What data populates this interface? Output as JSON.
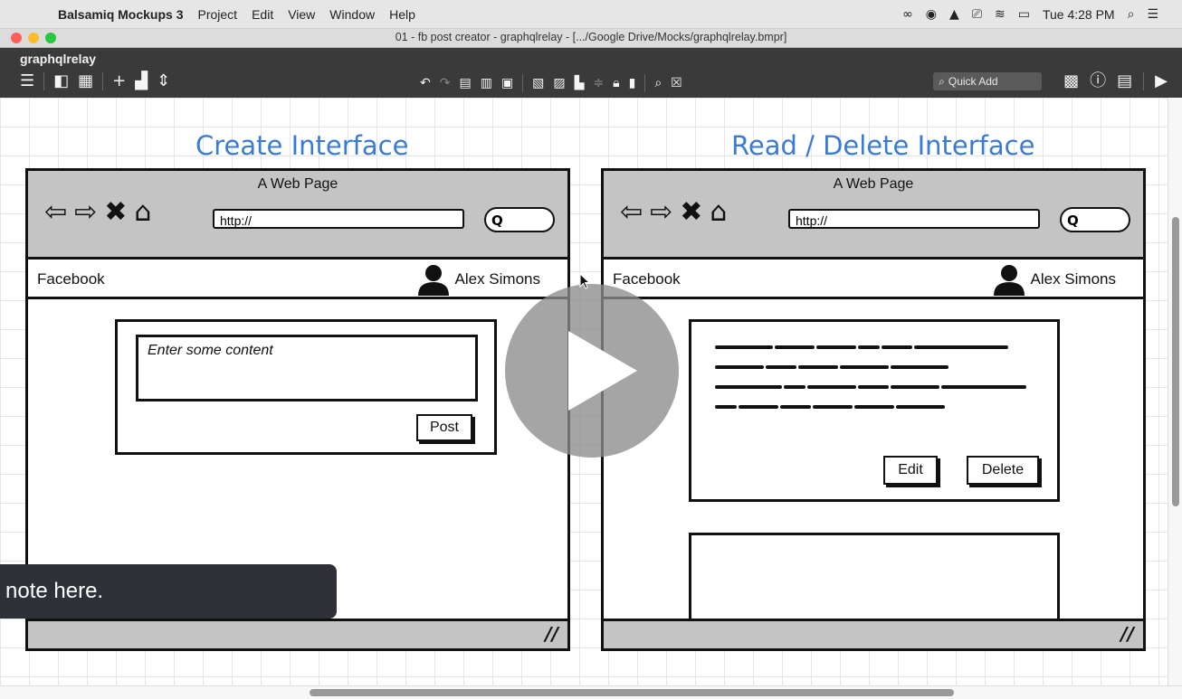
{
  "menubar": {
    "apple": "",
    "app_name": "Balsamiq Mockups 3",
    "items": [
      "Project",
      "Edit",
      "View",
      "Window",
      "Help"
    ],
    "clock": "Tue 4:28 PM"
  },
  "window": {
    "title": "01 - fb post creator - graphqlrelay - [.../Google Drive/Mocks/graphqlrelay.bmpr]",
    "project_name": "graphqlrelay"
  },
  "toolbar": {
    "quick_add_placeholder": "Quick Add"
  },
  "create": {
    "heading": "Create Interface",
    "page_title": "A Web Page",
    "url": "http://",
    "facebook_label": "Facebook",
    "user_name": "Alex Simons",
    "content_placeholder": "Enter some content",
    "post_label": "Post"
  },
  "read": {
    "heading": "Read / Delete Interface",
    "page_title": "A Web Page",
    "url": "http://",
    "facebook_label": "Facebook",
    "user_name": "Alex Simons",
    "edit_label": "Edit",
    "delete_label": "Delete"
  },
  "note": {
    "text": "note here."
  },
  "colors": {
    "heading": "#3a7bd5",
    "chrome": "#c4c4c4",
    "toolbar": "#3a3a3a"
  }
}
